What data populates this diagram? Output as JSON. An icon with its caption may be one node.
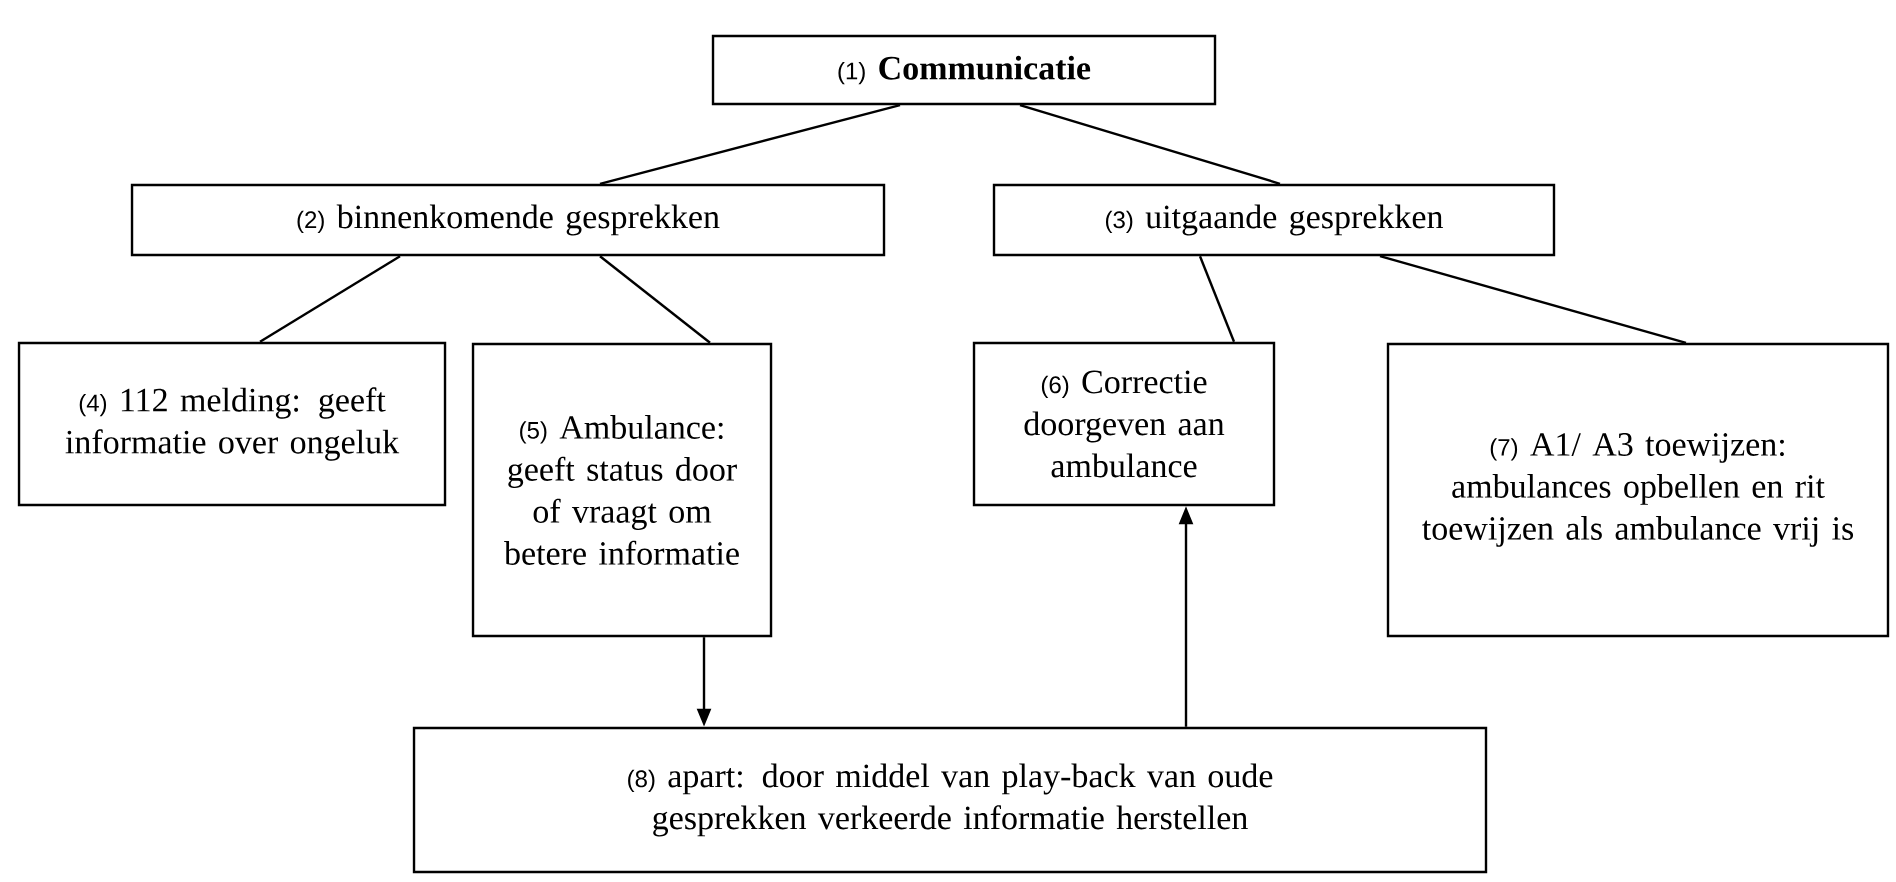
{
  "diagram": {
    "nodes": [
      {
        "text": [
          "(1)",
          "Communicatie"
        ]
      },
      {
        "text": [
          "(2)",
          "binnenkomende gesprekken"
        ]
      },
      {
        "text": [
          "(3)",
          "uitgaande gesprekken"
        ]
      },
      {
        "text": [
          "(4)",
          "112 melding: geeft informatie over ongeluk"
        ]
      },
      {
        "text": [
          "(5)",
          "Ambulance: geeft status door of vraagt om betere informatie"
        ]
      },
      {
        "text": [
          "(6)",
          "Correctie doorgeven aan ambulance"
        ]
      },
      {
        "text": [
          "(7)",
          "A1/ A3 toewijzen: ambulances opbellen en rit toewijzen als ambulance vrij is"
        ]
      },
      {
        "text": [
          "(8)",
          "apart: door middel van play-back van oude gesprekken verkeerde informatie herstellen"
        ]
      }
    ],
    "edges": [
      {
        "from": 0,
        "to": 1,
        "arrow": "none"
      },
      {
        "from": 0,
        "to": 2,
        "arrow": "none"
      },
      {
        "from": 1,
        "to": 3,
        "arrow": "none"
      },
      {
        "from": 1,
        "to": 4,
        "arrow": "none"
      },
      {
        "from": 2,
        "to": 5,
        "arrow": "none"
      },
      {
        "from": 2,
        "to": 6,
        "arrow": "none"
      },
      {
        "from": 4,
        "to": 7,
        "arrow": "to"
      },
      {
        "from": 7,
        "to": 5,
        "arrow": "to"
      }
    ]
  }
}
